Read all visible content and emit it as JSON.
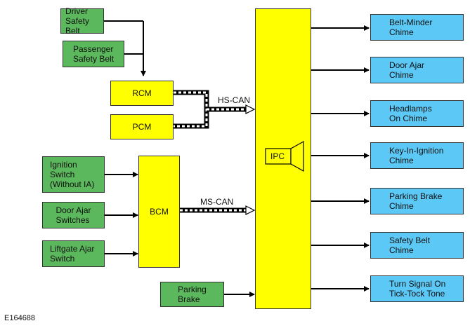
{
  "inputs": {
    "driver_safety_belt": "Driver Safety\nBelt",
    "passenger_safety_belt": "Passenger\nSafety Belt",
    "ignition_switch": "Ignition\nSwitch\n(Without IA)",
    "door_ajar_switches": "Door Ajar\nSwitches",
    "liftgate_ajar_switch": "Liftgate Ajar\nSwitch",
    "parking_brake": "Parking\nBrake"
  },
  "modules": {
    "rcm": "RCM",
    "pcm": "PCM",
    "bcm": "BCM",
    "ipc": "IPC"
  },
  "buses": {
    "hs_can": "HS-CAN",
    "ms_can": "MS-CAN"
  },
  "outputs": [
    "Belt-Minder\nChime",
    "Door Ajar\nChime",
    "Headlamps\nOn Chime",
    "Key-In-Ignition\nChime",
    "Parking Brake\nChime",
    "Safety Belt\nChime",
    "Turn Signal On\nTick-Tock Tone"
  ],
  "figure_id": "E164688",
  "colors": {
    "input_box": "#5cb85c",
    "module_box": "#ffff00",
    "output_box": "#5bc8f5",
    "line": "#000000"
  }
}
